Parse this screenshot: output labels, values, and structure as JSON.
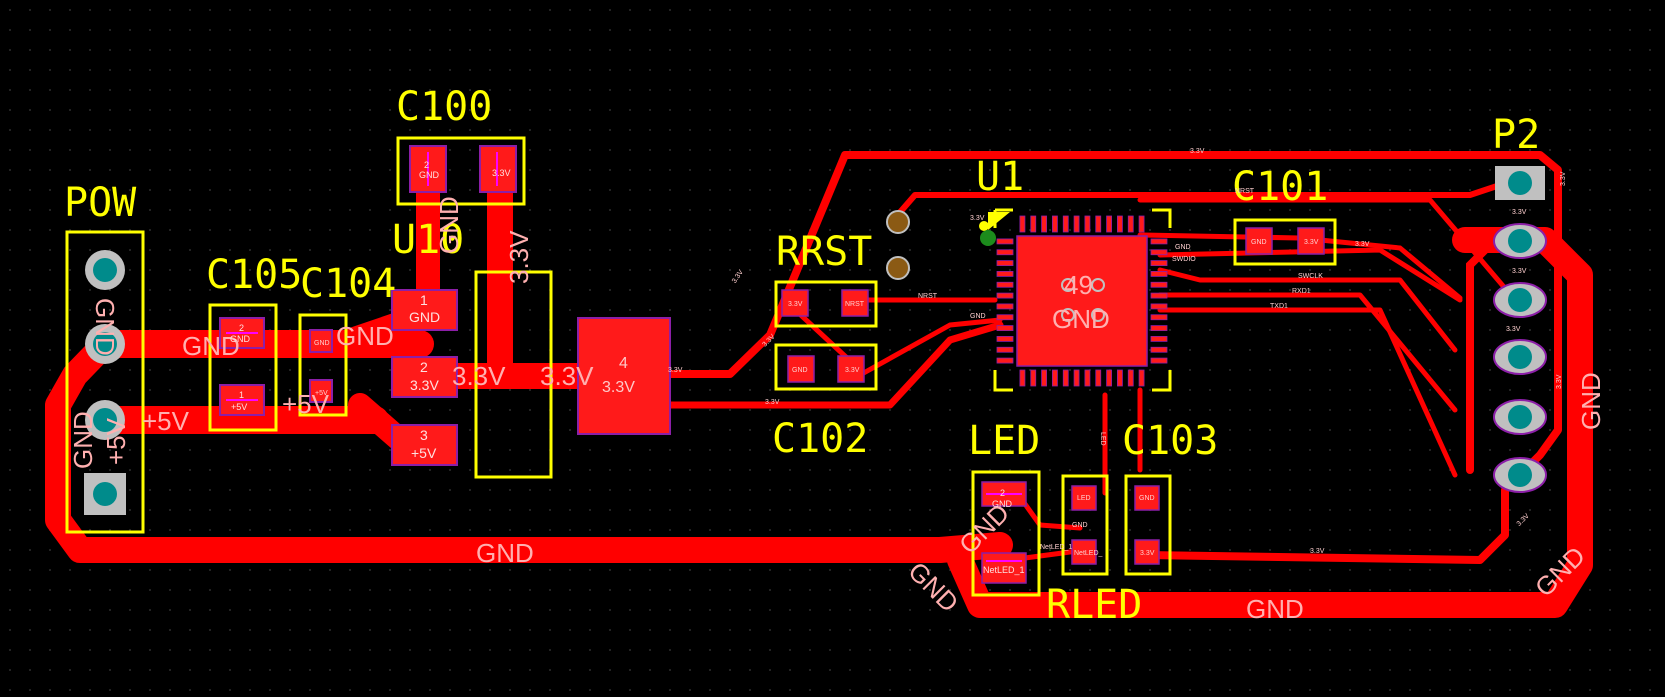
{
  "designators": {
    "pow": "POW",
    "c100": "C100",
    "u10": "U10",
    "c105": "C105",
    "c104": "C104",
    "rrst": "RRST",
    "u1": "U1",
    "c101": "C101",
    "p2": "P2",
    "c102": "C102",
    "led": "LED",
    "c103": "C103",
    "rled": "RLED"
  },
  "nets": {
    "gnd": "GND",
    "v33": "3.3V",
    "v5": "+5V",
    "nrst": "NRST",
    "swdio": "SWDIO",
    "swclk": "SWCLK",
    "rxd1": "RXD1",
    "txd1": "TXD1",
    "led": "LED",
    "netled": "NetLED_1",
    "netled_short": "NetLED_"
  },
  "pad_numbers": {
    "one": "1",
    "two": "2",
    "three": "3",
    "four": "4",
    "u1_center": "49"
  },
  "colors": {
    "background": "#000000",
    "grid_dot": "#303030",
    "copper_top": "#ff0000",
    "pad_outline": "#8c1fa8",
    "silkscreen": "#ffff00",
    "via": "#8b5a14",
    "through_hole": "#c0c0c0",
    "drill": "#008b8b"
  }
}
